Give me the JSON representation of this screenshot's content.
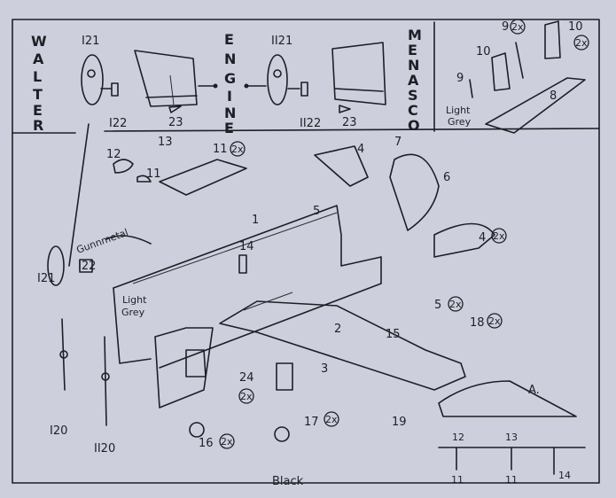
{
  "engine_panel": {
    "walter_letters": [
      "W",
      "A",
      "L",
      "T",
      "E",
      "R"
    ],
    "engine_letters": [
      "E",
      "N",
      "G",
      "I",
      "N",
      "E"
    ],
    "menasco_letters": [
      "M",
      "E",
      "N",
      "A",
      "S",
      "C",
      "O"
    ],
    "walter_parts": {
      "spinner": "I21",
      "exhaust": "I22",
      "cowl_part": "23"
    },
    "menasco_parts": {
      "spinner": "II21",
      "exhaust": "II22",
      "cowl_part": "23"
    }
  },
  "seat_panel": {
    "labels": {
      "seat_a": "10",
      "seat_b": "10",
      "seat_b_qty": "2x",
      "stick_a": "9",
      "stick_b": "9",
      "stick_b_qty": "2x",
      "floor": "8",
      "color_1": "Light",
      "color_2": "Grey"
    }
  },
  "main_diagram": {
    "labels": {
      "p13": "13",
      "p11": "11",
      "p11_qty": "2x",
      "p12": "12",
      "p11b": "11",
      "p7": "7",
      "p4": "4",
      "p6": "6",
      "p5": "5",
      "p4b": "4",
      "p4b_qty": "2x",
      "p1": "1",
      "gunmetal": "Gunnmetal",
      "pI22": "I22",
      "pI21": "I21",
      "p14": "14",
      "p5b": "5",
      "p5b_qty": "2x",
      "p15": "15",
      "p2": "2",
      "lightgrey_1": "Light",
      "lightgrey_2": "Grey",
      "p18": "18",
      "p18_qty": "2x",
      "p24": "24",
      "p24_qty": "2x",
      "p3": "3",
      "p19": "19",
      "p17": "17",
      "p17_qty": "2x",
      "p16": "16",
      "p16_qty": "2x",
      "pI20": "I20",
      "pII20": "II20",
      "black": "Black"
    }
  },
  "canopy_detail": {
    "title": "A.",
    "p12": "12",
    "p13": "13",
    "p11a": "11",
    "p11b": "11",
    "p14": "14"
  }
}
